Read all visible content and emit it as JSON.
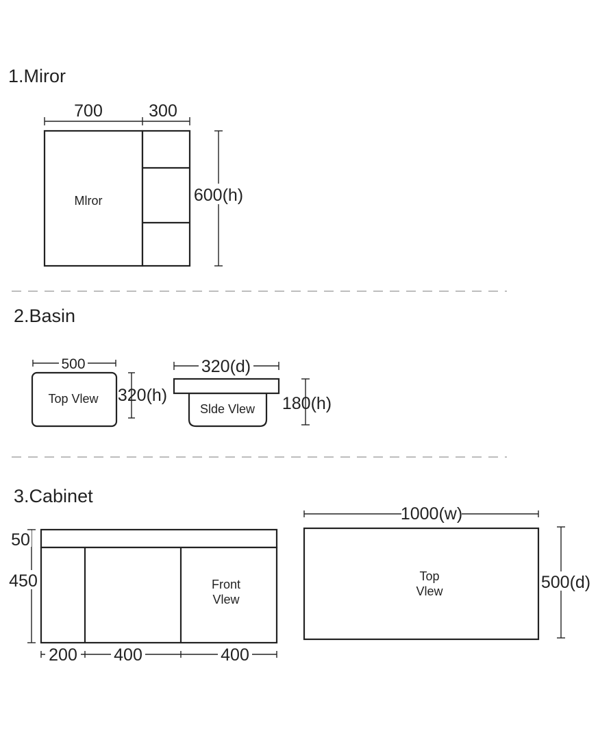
{
  "mirror": {
    "title": "1.Miror",
    "label": "Mlror",
    "width_left": "700",
    "width_right": "300",
    "height": "600(h)"
  },
  "basin": {
    "title": "2.Basin",
    "top_view_label": "Top Vlew",
    "top_width": "500",
    "top_height": "320(h)",
    "side_view_label": "Slde Vlew",
    "side_depth": "320(d)",
    "side_height": "180(h)"
  },
  "cabinet": {
    "title": "3.Cabinet",
    "top_thickness": "50",
    "body_height": "450",
    "front_label_line1": "Front",
    "front_label_line2": "Vlew",
    "seg_widths": [
      "200",
      "400",
      "400"
    ],
    "top_view_width": "1000(w)",
    "top_view_depth": "500(d)",
    "top_label_line1": "Top",
    "top_label_line2": "Vlew"
  }
}
